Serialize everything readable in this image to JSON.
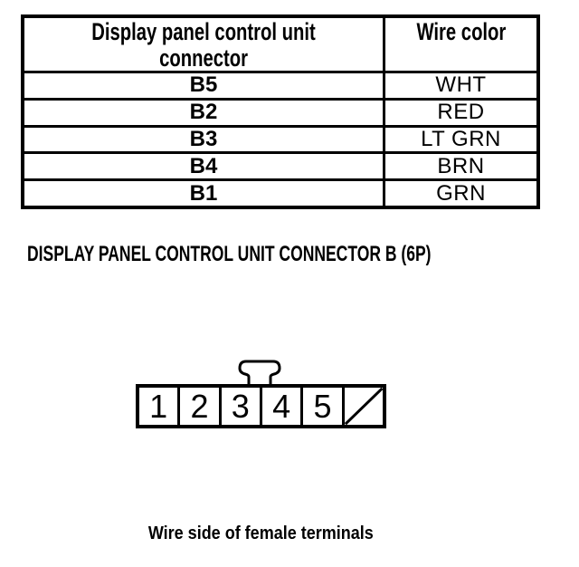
{
  "table": {
    "headers": [
      "Display panel control unit\nconnector",
      "Wire color"
    ],
    "rows": [
      {
        "connector": "B5",
        "wire_color": "WHT"
      },
      {
        "connector": "B2",
        "wire_color": "RED"
      },
      {
        "connector": "B3",
        "wire_color": "LT GRN"
      },
      {
        "connector": "B4",
        "wire_color": "BRN"
      },
      {
        "connector": "B1",
        "wire_color": "GRN"
      }
    ]
  },
  "section_title": "DISPLAY PANEL CONTROL UNIT CONNECTOR B (6P)",
  "connector_diagram": {
    "pins": [
      "1",
      "2",
      "3",
      "4",
      "5"
    ],
    "icons": {
      "unused_pin": "diagonal-slash",
      "lock_tab": "connector-lock-tab"
    },
    "caption": "Wire side of female terminals"
  },
  "colors": {
    "ink": "#000000",
    "paper": "#ffffff"
  }
}
